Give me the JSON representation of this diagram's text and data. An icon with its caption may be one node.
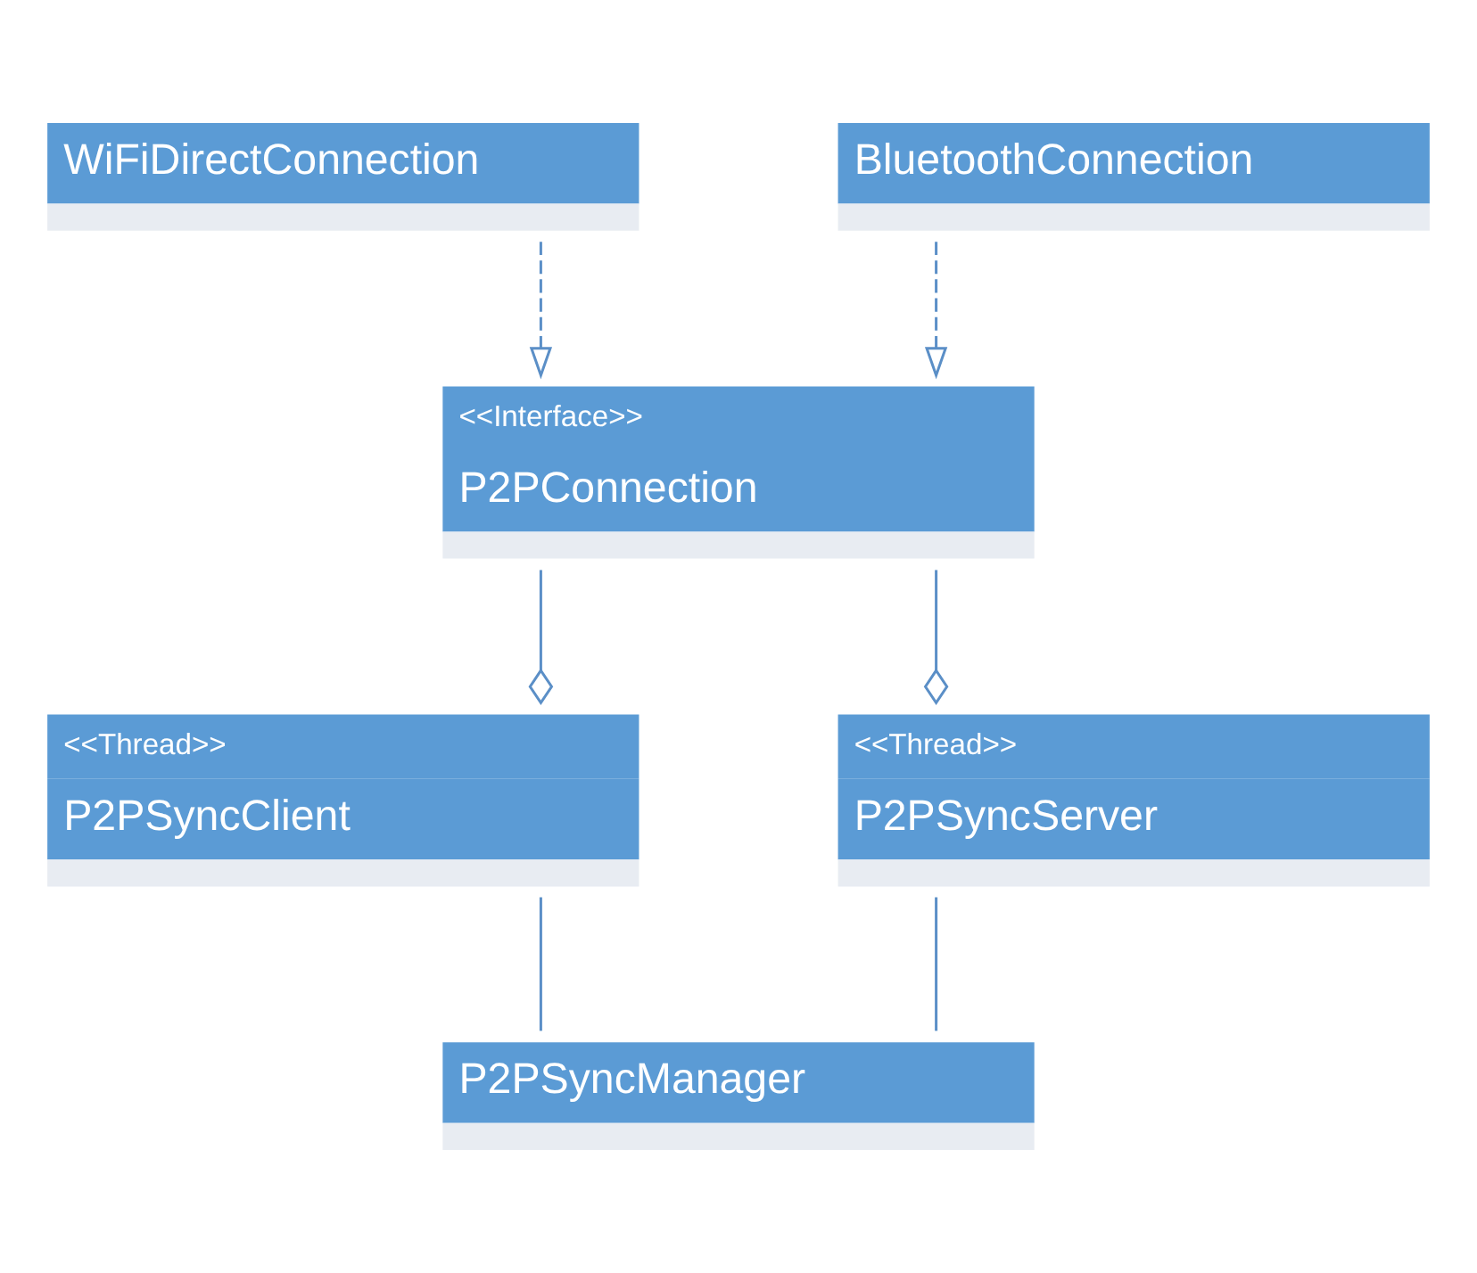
{
  "diagram": {
    "nodes": [
      {
        "text": [
          "WiFiDirectConnection"
        ]
      },
      {
        "text": [
          "BluetoothConnection"
        ]
      },
      {
        "text": [
          "<<Interface>>",
          "P2PConnection"
        ]
      },
      {
        "text": [
          "<<Thread>>",
          "P2PSyncClient"
        ]
      },
      {
        "text": [
          "<<Thread>>",
          "P2PSyncServer"
        ]
      },
      {
        "text": [
          "P2PSyncManager"
        ]
      }
    ],
    "edges": [
      {
        "from": 0,
        "to": 2,
        "arrow": "to",
        "style": "dashed"
      },
      {
        "from": 1,
        "to": 2,
        "arrow": "to",
        "style": "dashed"
      },
      {
        "from": 2,
        "to": 3,
        "arrow": "other"
      },
      {
        "from": 2,
        "to": 4,
        "arrow": "other"
      },
      {
        "from": 3,
        "to": 5,
        "arrow": "none"
      },
      {
        "from": 4,
        "to": 5,
        "arrow": "none"
      }
    ]
  }
}
